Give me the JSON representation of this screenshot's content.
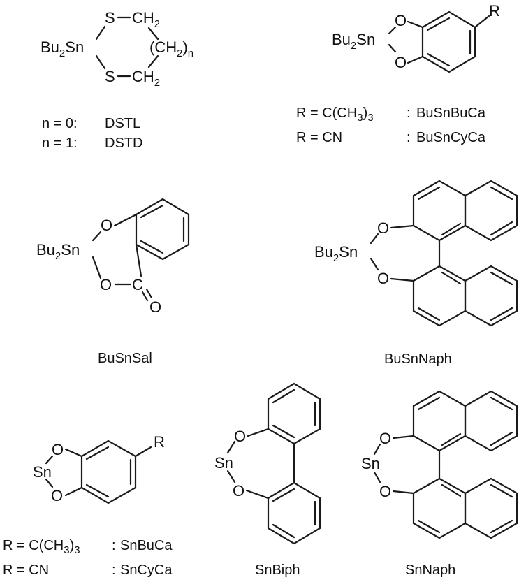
{
  "compounds": {
    "dithiastannolane": {
      "atoms": {
        "sn_base": "Bu",
        "sn_sub": "2",
        "sn_tail": "Sn",
        "s_top": "S",
        "s_bottom": "S",
        "ch2_top_base": "CH",
        "ch2_top_sub": "2",
        "bridge_open": "(CH",
        "bridge_sub": "2",
        "bridge_close": ")",
        "bridge_n": "n",
        "ch2_bottom_base": "CH",
        "ch2_bottom_sub": "2"
      },
      "variants": [
        {
          "condition": "n = 0:",
          "name": "DSTL"
        },
        {
          "condition": "n = 1:",
          "name": "DSTD"
        }
      ]
    },
    "catecholate_bu": {
      "atoms": {
        "sn_base": "Bu",
        "sn_sub": "2",
        "sn_tail": "Sn",
        "o_top": "O",
        "o_bottom": "O",
        "r": "R"
      },
      "variants": [
        {
          "r_prefix": "R = C(CH",
          "r_sub1": "3",
          "r_mid": ")",
          "r_sub2": "3",
          "sep": ":",
          "name": "BuSnBuCa"
        },
        {
          "r_text": "R = CN",
          "sep": ":",
          "name": "BuSnCyCa"
        }
      ]
    },
    "salicylate": {
      "atoms": {
        "sn_base": "Bu",
        "sn_sub": "2",
        "sn_tail": "Sn",
        "o_ring": "O",
        "o_ester": "O",
        "c_carbonyl": "C",
        "o_carbonyl": "O"
      },
      "name": "BuSnSal"
    },
    "binaphtholate_bu": {
      "atoms": {
        "sn_base": "Bu",
        "sn_sub": "2",
        "sn_tail": "Sn",
        "o_top": "O",
        "o_bottom": "O"
      },
      "name": "BuSnNaph"
    },
    "catecholate_sn": {
      "atoms": {
        "sn": "Sn",
        "o_top": "O",
        "o_bottom": "O",
        "r": "R"
      },
      "variants": [
        {
          "r_prefix": "R = C(CH",
          "r_sub1": "3",
          "r_mid": ")",
          "r_sub2": "3",
          "sep": ":",
          "name": "SnBuCa"
        },
        {
          "r_text": "R = CN",
          "sep": ":",
          "name": "SnCyCa"
        }
      ]
    },
    "biphenolate_sn": {
      "atoms": {
        "sn": "Sn",
        "o_top": "O",
        "o_bottom": "O"
      },
      "name": "SnBiph"
    },
    "binaphtholate_sn": {
      "atoms": {
        "sn": "Sn",
        "o_top": "O",
        "o_bottom": "O"
      },
      "name": "SnNaph"
    }
  }
}
